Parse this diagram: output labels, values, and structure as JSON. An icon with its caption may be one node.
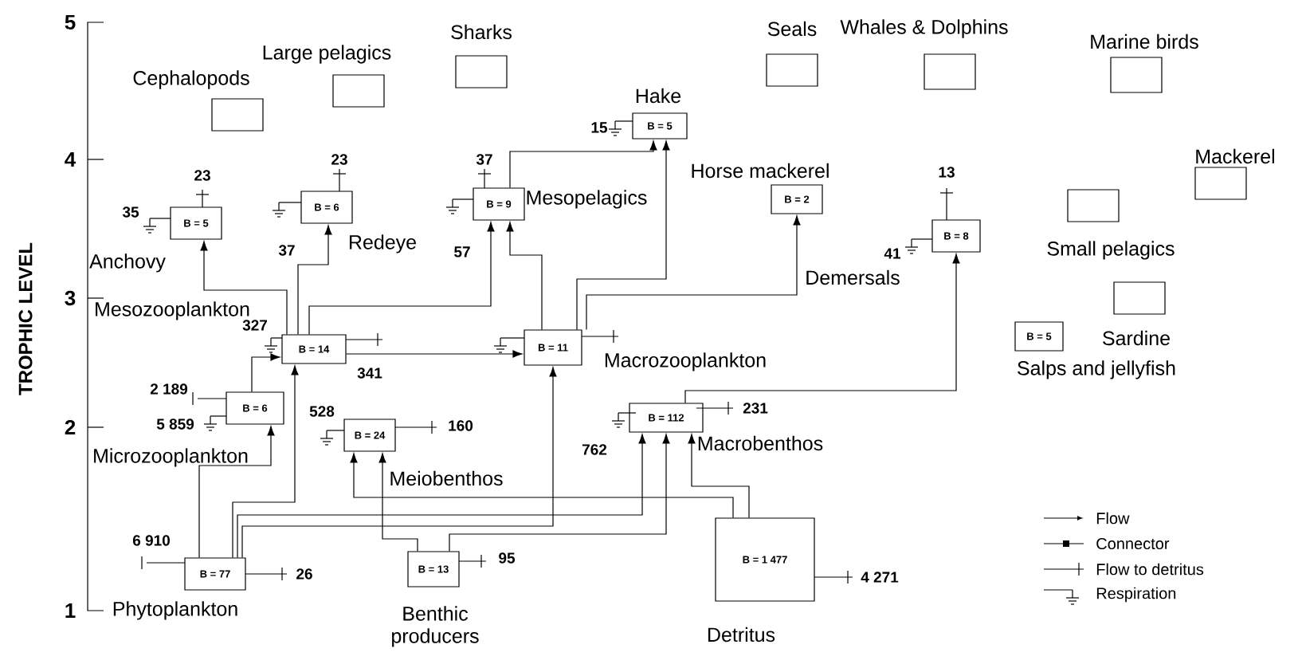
{
  "diagram": {
    "nodes": [
      {
        "text": [
          "Large pelagics"
        ]
      },
      {
        "text": [
          "Sharks"
        ]
      },
      {
        "text": [
          "Seals"
        ]
      },
      {
        "text": [
          "Whales & Dolphins"
        ]
      },
      {
        "text": [
          "Marine birds"
        ]
      },
      {
        "text": [
          "Cephalopods"
        ]
      },
      {
        "text": [
          "Hake",
          "B = 5"
        ],
        "beside": [
          "15"
        ]
      },
      {
        "text": [
          "Mackerel"
        ]
      },
      {
        "text": [
          "Horse mackerel",
          "B = 2"
        ]
      },
      {
        "text": [
          "Small pelagics"
        ]
      },
      {
        "text": [
          "Anchovy",
          "B = 5"
        ],
        "beside": [
          "35",
          "23"
        ]
      },
      {
        "text": [
          "Redeye",
          "B = 6"
        ],
        "beside": [
          "37",
          "23"
        ]
      },
      {
        "text": [
          "B = 9",
          "Mesopelagics"
        ],
        "beside": [
          "57",
          "37"
        ]
      },
      {
        "text": [
          "Demersals",
          "B = 8"
        ],
        "beside": [
          "41",
          "13"
        ]
      },
      {
        "text": [
          "Sardine"
        ]
      },
      {
        "text": [
          "B = 5",
          "Salps and jellyfish"
        ]
      },
      {
        "text": [
          "Mesozooplankton",
          "B = 14"
        ],
        "beside": [
          "327",
          "341"
        ]
      },
      {
        "text": [
          "Macrozooplankton",
          "B = 11"
        ]
      },
      {
        "text": [
          "B = 6",
          "Microzooplankton"
        ],
        "beside": [
          "2 189",
          "5 859"
        ]
      },
      {
        "text": [
          "Meiobenthos",
          "B = 24"
        ],
        "beside": [
          "528",
          "160"
        ]
      },
      {
        "text": [
          "Macrobenthos",
          "B = 112"
        ],
        "beside": [
          "762",
          "231"
        ]
      },
      {
        "text": [
          "B = 77",
          "Phytoplankton"
        ],
        "beside": [
          "6 910",
          "26"
        ]
      },
      {
        "text": [
          "B = 13",
          "Benthic producers"
        ],
        "beside": [
          "95"
        ]
      },
      {
        "text": [
          "B = 1 477",
          "Detritus"
        ],
        "beside": [
          "4 271"
        ]
      }
    ],
    "edges": [
      {
        "from": 21,
        "to": 18,
        "arrow": "to"
      },
      {
        "from": 21,
        "to": 16,
        "arrow": "to"
      },
      {
        "from": 21,
        "to": 17,
        "arrow": "to"
      },
      {
        "from": 21,
        "to": 20,
        "arrow": "to"
      },
      {
        "from": 18,
        "to": 16,
        "arrow": "to"
      },
      {
        "from": 16,
        "to": 10,
        "arrow": "to"
      },
      {
        "from": 16,
        "to": 11,
        "arrow": "to"
      },
      {
        "from": 16,
        "to": 12,
        "arrow": "to"
      },
      {
        "from": 16,
        "to": 17,
        "arrow": "to"
      },
      {
        "from": 17,
        "to": 12,
        "arrow": "to"
      },
      {
        "from": 17,
        "to": 6,
        "arrow": "to"
      },
      {
        "from": 12,
        "to": 6,
        "arrow": "to"
      },
      {
        "from": 17,
        "to": 8,
        "arrow": "to"
      },
      {
        "from": 20,
        "to": 13,
        "arrow": "to"
      },
      {
        "from": 23,
        "to": 20,
        "arrow": "to"
      },
      {
        "from": 23,
        "to": 19,
        "arrow": "to"
      },
      {
        "from": 22,
        "to": 19,
        "arrow": "to"
      },
      {
        "from": 22,
        "to": 20,
        "arrow": "to"
      }
    ],
    "labels": [
      "5",
      "4",
      "TROPHIC LEVEL",
      "3",
      "2",
      "1"
    ],
    "legend": [
      {
        "text": "Flow"
      },
      {
        "text": "Connector"
      },
      {
        "text": "Flow to detritus"
      },
      {
        "text": "Respiration"
      }
    ]
  }
}
